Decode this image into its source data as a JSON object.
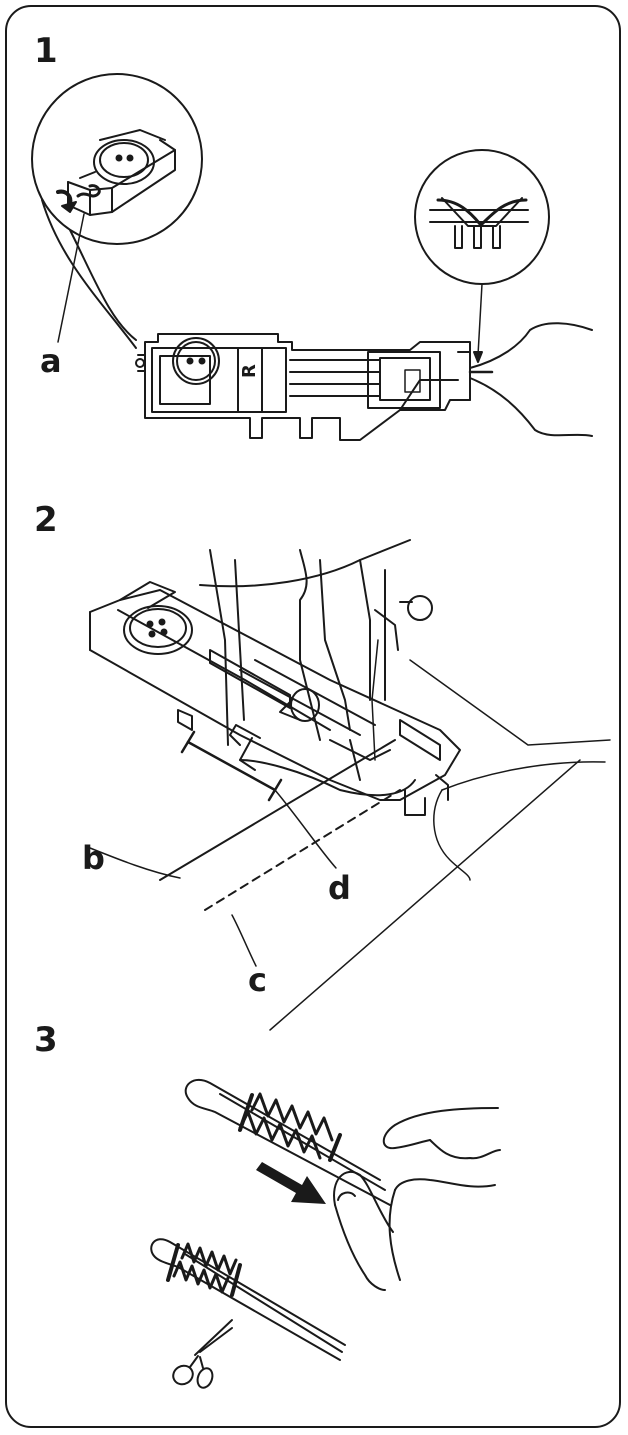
{
  "steps": {
    "one": "1",
    "two": "2",
    "three": "3"
  },
  "labels": {
    "a": "a",
    "b": "b",
    "c": "c",
    "d": "d"
  },
  "foot_mark": "R"
}
